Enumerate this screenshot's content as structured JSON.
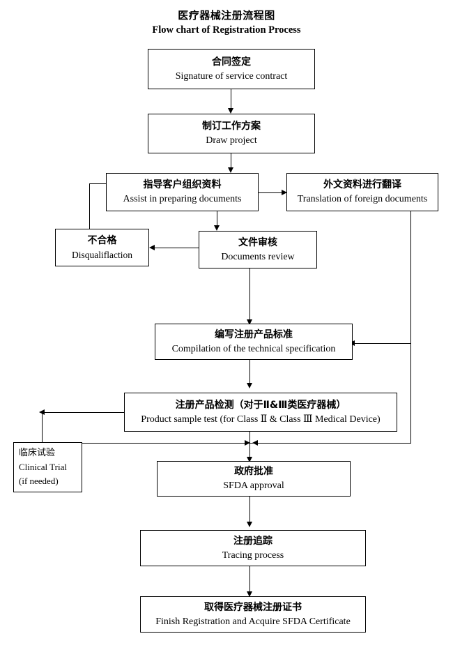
{
  "title": {
    "cn": "医疗器械注册流程图",
    "en": "Flow chart of Registration Process"
  },
  "nodes": {
    "contract": {
      "cn": "合同签定",
      "en": "Signature of service contract"
    },
    "draw": {
      "cn": "制订工作方案",
      "en": "Draw project"
    },
    "assist": {
      "cn": "指导客户组织资料",
      "en": "Assist in preparing documents"
    },
    "translation": {
      "cn": "外文资料进行翻译",
      "en": "Translation of foreign documents"
    },
    "disqualify": {
      "cn": "不合格",
      "en": "Disqualiflaction"
    },
    "review": {
      "cn": "文件审核",
      "en": "Documents review"
    },
    "compilation": {
      "cn": "编写注册产品标准",
      "en": "Compilation of the technical specification"
    },
    "sampletest": {
      "cn": "注册产品检测（对于Ⅱ&Ⅲ类医疗器械）",
      "en": "Product sample test (for Class  Ⅱ & Class  Ⅲ  Medical Device)"
    },
    "clinical": {
      "cn": "临床试验",
      "en": "Clinical Trial",
      "note": "(if needed)"
    },
    "approval": {
      "cn": "政府批准",
      "en": "SFDA approval"
    },
    "tracing": {
      "cn": "注册追踪",
      "en": "Tracing process"
    },
    "finish": {
      "cn": "取得医疗器械注册证书",
      "en": "Finish Registration and Acquire SFDA Certificate"
    }
  },
  "chart_data": {
    "type": "diagram",
    "diagram_kind": "flowchart",
    "orientation": "top-to-bottom",
    "title": "医疗器械注册流程图 / Flow chart of Registration Process",
    "steps": [
      "合同签定 / Signature of service contract",
      "制订工作方案 / Draw project",
      "指导客户组织资料 / Assist in preparing documents",
      "外文资料进行翻译 / Translation of foreign documents",
      "文件审核 / Documents review",
      "不合格 / Disqualiflaction",
      "编写注册产品标准 / Compilation of the technical specification",
      "注册产品检测（对于Ⅱ&Ⅲ类医疗器械） / Product sample test (for Class Ⅱ & Class Ⅲ Medical Device)",
      "临床试验 / Clinical Trial (if needed)",
      "政府批准 / SFDA approval",
      "注册追踪 / Tracing process",
      "取得医疗器械注册证书 / Finish Registration and Acquire SFDA Certificate"
    ],
    "edges": [
      {
        "from": "contract",
        "to": "draw",
        "style": "straight-down"
      },
      {
        "from": "draw",
        "to": "assist",
        "style": "straight-down"
      },
      {
        "from": "assist",
        "to": "translation",
        "style": "right"
      },
      {
        "from": "assist",
        "to": "review",
        "style": "down"
      },
      {
        "from": "review",
        "to": "disqualify",
        "style": "left"
      },
      {
        "from": "disqualify",
        "to": "assist",
        "style": "feedback-up-left"
      },
      {
        "from": "review",
        "to": "compilation",
        "style": "straight-down"
      },
      {
        "from": "translation",
        "to": "compilation",
        "style": "right-rail-into-left-arrow"
      },
      {
        "from": "compilation",
        "to": "sampletest",
        "style": "straight-down"
      },
      {
        "from": "sampletest",
        "to": "clinical",
        "style": "left-then-down"
      },
      {
        "from": "sampletest",
        "to": "approval",
        "style": "straight-down"
      },
      {
        "from": "clinical",
        "to": "approval",
        "style": "right-then-down"
      },
      {
        "from": "translation",
        "to": "approval",
        "style": "right-rail-then-left"
      },
      {
        "from": "approval",
        "to": "tracing",
        "style": "straight-down"
      },
      {
        "from": "tracing",
        "to": "finish",
        "style": "straight-down"
      }
    ]
  }
}
